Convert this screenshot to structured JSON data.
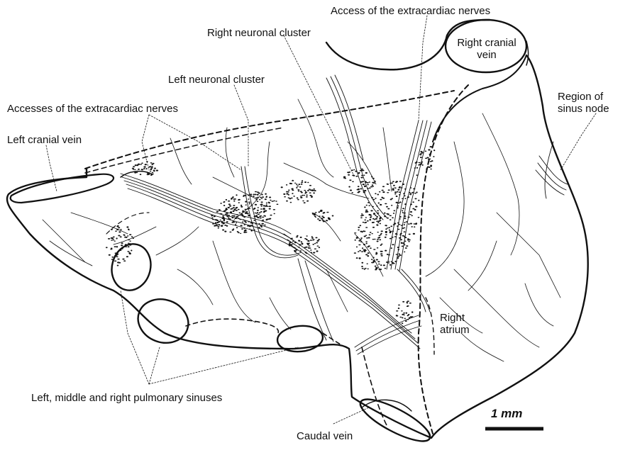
{
  "figure": {
    "labels": {
      "access_extracardiac_nerves": "Access of the extracardiac nerves",
      "right_neuronal_cluster": "Right neuronal cluster",
      "left_neuronal_cluster": "Left neuronal cluster",
      "accesses_extracardiac_nerves": "Accesses of the extracardiac nerves",
      "left_cranial_vein": "Left cranial vein",
      "right_cranial_vein_line1": "Right cranial",
      "right_cranial_vein_line2": "vein",
      "region_sinus_node_line1": "Region of",
      "region_sinus_node_line2": "sinus node",
      "right_atrium_line1": "Right",
      "right_atrium_line2": "atrium",
      "pulmonary_sinuses": "Left, middle and right pulmonary sinuses",
      "caudal_vein": "Caudal vein"
    },
    "scale_bar": {
      "label": "1 mm"
    },
    "colors": {
      "ink": "#111111",
      "background": "#ffffff"
    }
  }
}
